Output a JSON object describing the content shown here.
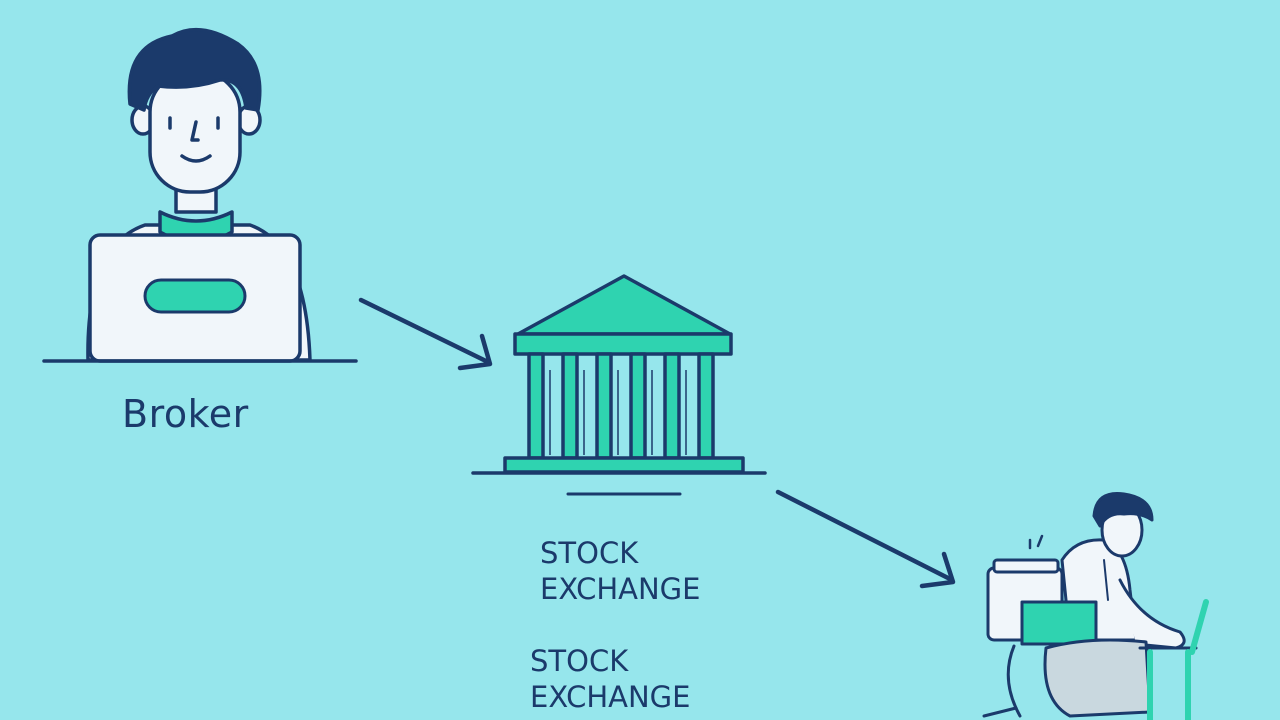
{
  "labels": {
    "broker": "Broker",
    "exchange_primary": {
      "line1": "STOCK",
      "line2": "EXCHANGE"
    },
    "exchange_secondary": {
      "line1": "STOCK",
      "line2": "EXCHANGE"
    }
  },
  "colors": {
    "background": "#96E6EC",
    "ink": "#1B3A6B",
    "accent": "#2FD3B0",
    "paper": "#F1F6FA"
  },
  "icons": [
    "broker-person-icon",
    "laptop-icon",
    "bank-building-icon",
    "arrow-icon",
    "investor-at-desk-icon"
  ]
}
